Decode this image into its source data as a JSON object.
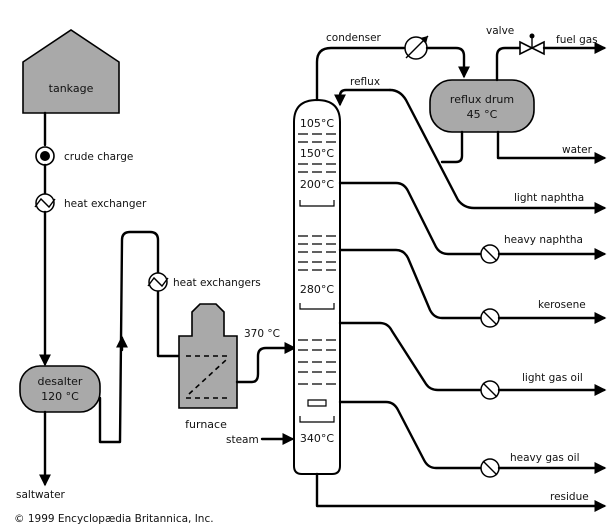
{
  "diagram": {
    "units": {
      "tankage": "tankage",
      "crude_charge": "crude charge",
      "heat_exchanger": "heat exchanger",
      "heat_exchangers": "heat exchangers",
      "desalter_line1": "desalter",
      "desalter_line2": "120 °C",
      "saltwater": "saltwater",
      "furnace": "furnace",
      "furnace_temp": "370 °C",
      "steam": "steam",
      "condenser": "condenser",
      "reflux": "reflux",
      "reflux_drum_line1": "reflux drum",
      "reflux_drum_line2": "45 °C",
      "valve": "valve"
    },
    "column_temperatures": [
      "105°C",
      "150°C",
      "200°C",
      "280°C",
      "340°C"
    ],
    "products": {
      "fuel_gas": "fuel gas",
      "water": "water",
      "light_naphtha": "light naphtha",
      "heavy_naphtha": "heavy naphtha",
      "kerosene": "kerosene",
      "light_gas_oil": "light gas oil",
      "heavy_gas_oil": "heavy gas oil",
      "residue": "residue"
    }
  },
  "colors": {
    "vessel_fill": "#a9a9a9",
    "line": "#000000",
    "background": "#ffffff"
  },
  "copyright": "© 1999 Encyclopædia Britannica, Inc."
}
